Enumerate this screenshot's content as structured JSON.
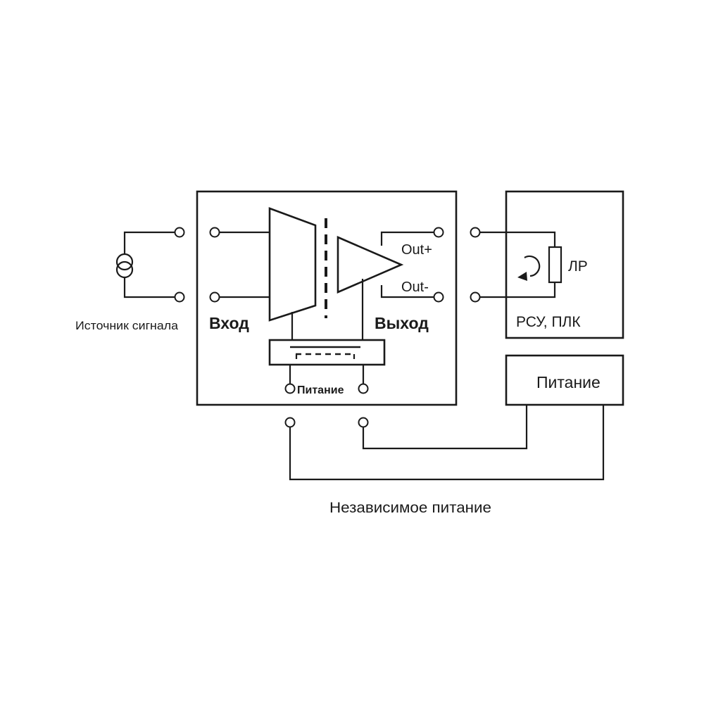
{
  "labels": {
    "signal_source": "Источник сигнала",
    "input": "Вход",
    "output": "Выход",
    "out_plus": "Out+",
    "out_minus": "Out-",
    "module_power": "Питание",
    "load_resistor": "ЛР",
    "controller": "РСУ, ПЛК",
    "power_supply": "Питание",
    "independent_power": "Независимое питание"
  }
}
